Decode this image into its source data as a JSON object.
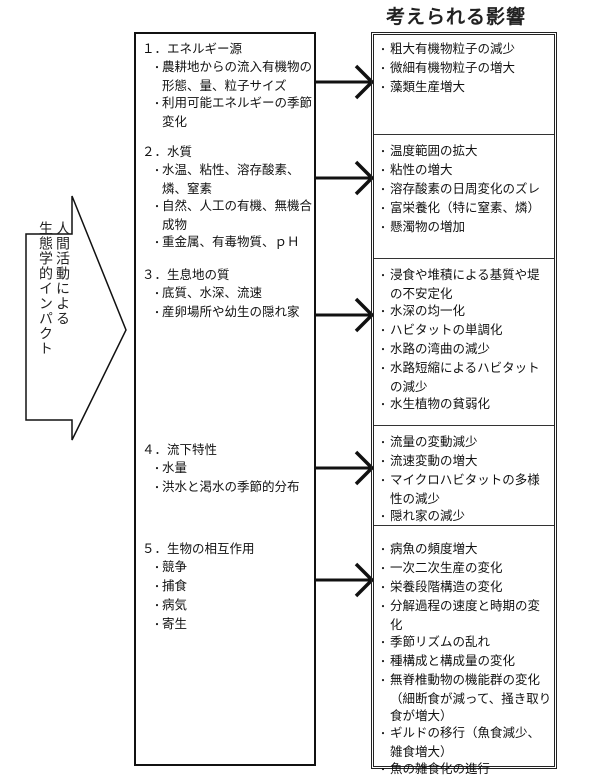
{
  "title": "考えられる影響",
  "impact_arrow": {
    "label_col1": "人間活動による",
    "label_col2": "生態学的インパクト"
  },
  "causes": [
    {
      "heading": "１．エネルギー源",
      "items": [
        "農耕地からの流入有機物の形態、量、粒子サイズ",
        "利用可能エネルギーの季節変化"
      ]
    },
    {
      "heading": "２．水質",
      "items": [
        "水温、粘性、溶存酸素、燐、窒素",
        "自然、人工の有機、無機合成物",
        "重金属、有毒物質、ｐＨ"
      ]
    },
    {
      "heading": "３．生息地の質",
      "items": [
        "底質、水深、流速",
        "産卵場所や幼生の隠れ家"
      ]
    },
    {
      "heading": "４．流下特性",
      "items": [
        "水量",
        "洪水と渇水の季節的分布"
      ]
    },
    {
      "heading": "５．生物の相互作用",
      "items": [
        "競争",
        "捕食",
        "病気",
        "寄生"
      ]
    }
  ],
  "effects": [
    {
      "items": [
        "粗大有機物粒子の減少",
        "微細有機物粒子の増大",
        "藻類生産増大"
      ]
    },
    {
      "items": [
        "温度範囲の拡大",
        "粘性の増大",
        "溶存酸素の日周変化のズレ",
        "富栄養化（特に窒素、燐）",
        "懸濁物の増加"
      ]
    },
    {
      "items": [
        "浸食や堆積による基質や堤の不安定化",
        "水深の均一化",
        "ハビタットの単調化",
        "水路の湾曲の減少",
        "水路短縮によるハビタットの減少",
        "水生植物の貧弱化"
      ]
    },
    {
      "items": [
        "流量の変動減少",
        "流速変動の増大",
        "マイクロハビタットの多様性の減少",
        "隠れ家の減少"
      ]
    },
    {
      "items": [
        "病魚の頻度増大",
        "一次二次生産の変化",
        "栄養段階構造の変化",
        "分解過程の速度と時期の変化",
        "季節リズムの乱れ",
        "種構成と構成量の変化",
        "無脊椎動物の機能群の変化（細断食が減って、掻き取り食が増大）",
        "ギルドの移行（魚食減少、雑食増大）",
        "魚の雑食化の進行"
      ]
    }
  ]
}
